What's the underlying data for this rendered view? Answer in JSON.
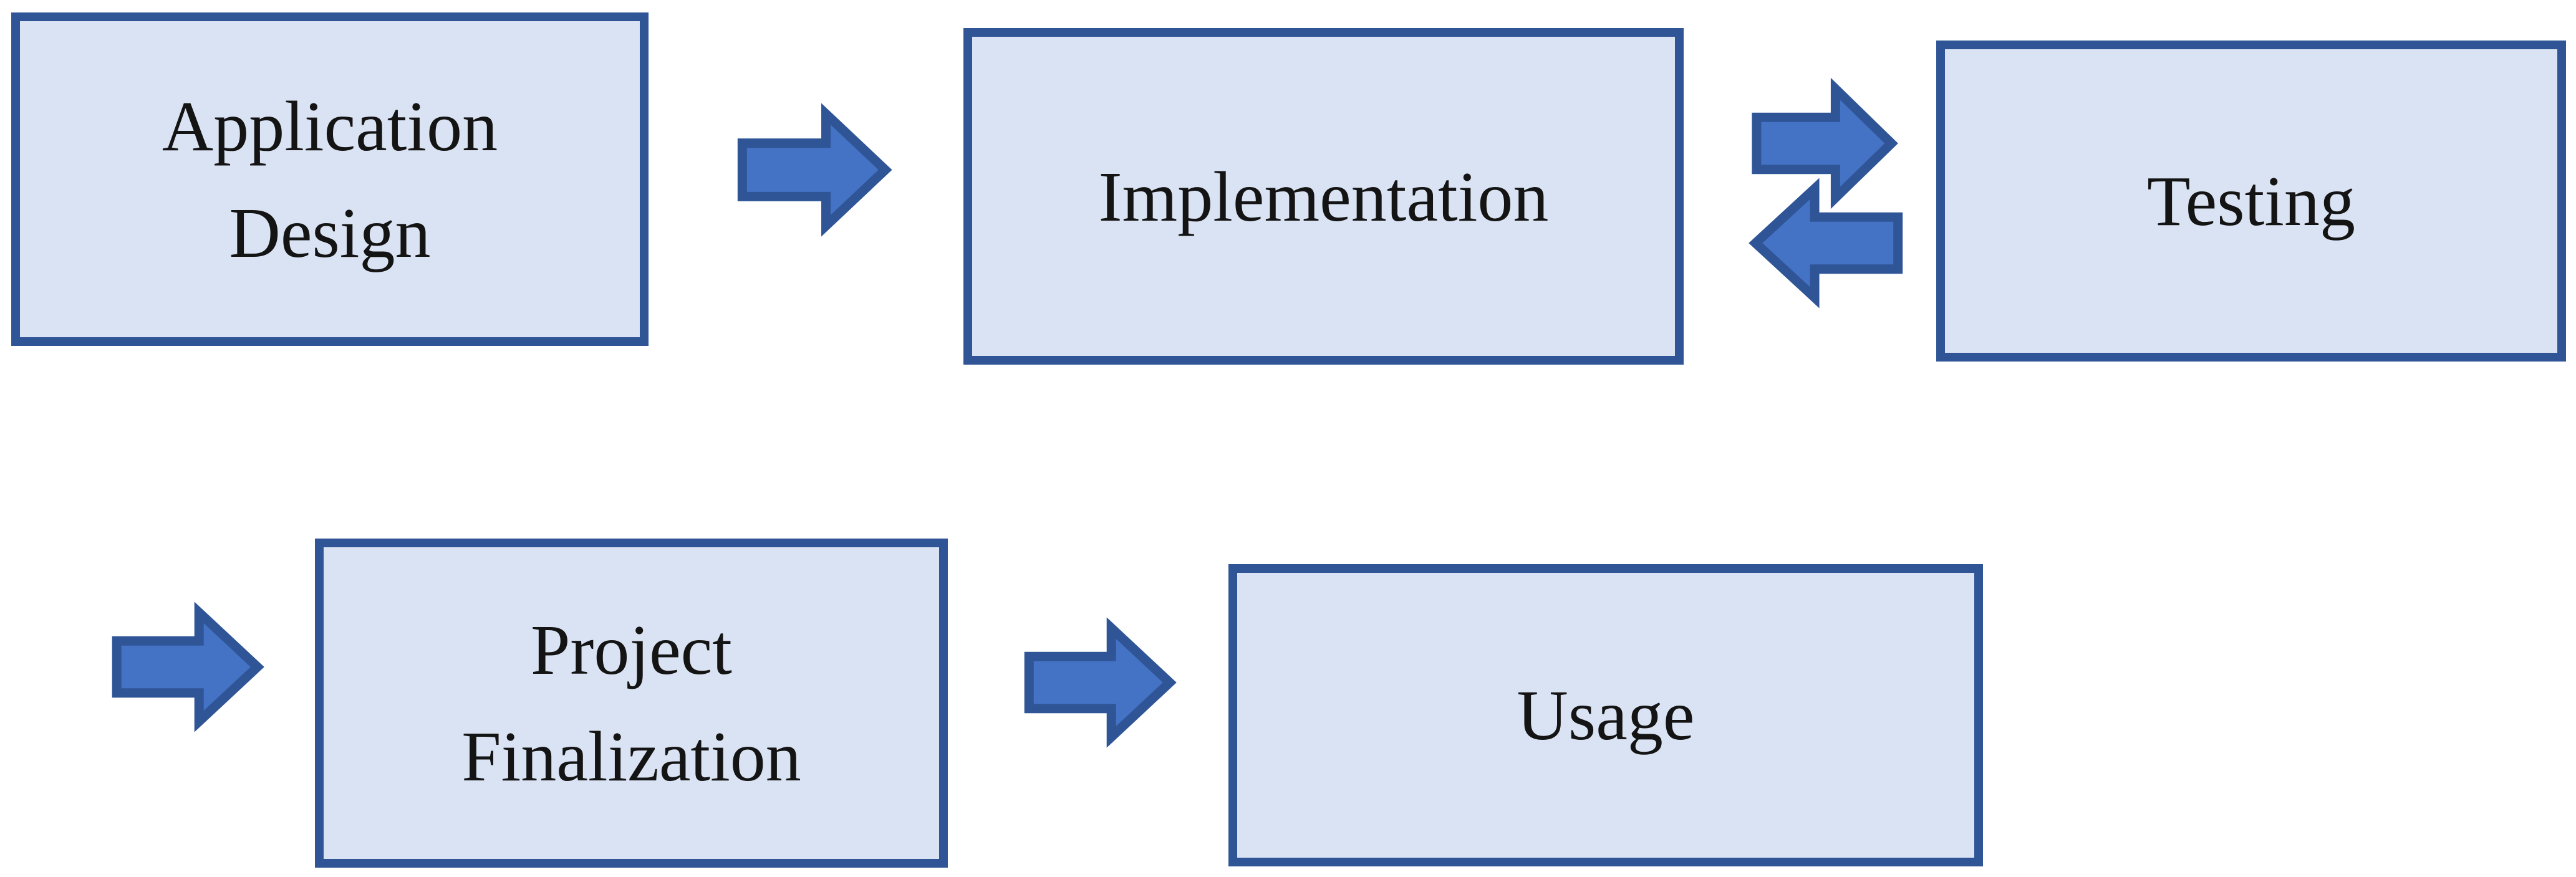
{
  "diagram": {
    "title": "Application development process flowchart",
    "colors": {
      "box_fill": "#dae3f3",
      "box_border": "#2f5597",
      "arrow_fill": "#4472c4",
      "arrow_border": "#2f5597",
      "text": "#141414",
      "page_bg": "#ffffff"
    },
    "nodes": [
      {
        "id": "application-design",
        "label": "Application Design",
        "lines": [
          "Application",
          "Design"
        ]
      },
      {
        "id": "implementation",
        "label": "Implementation",
        "lines": [
          "Implementation"
        ]
      },
      {
        "id": "testing",
        "label": "Testing",
        "lines": [
          "Testing"
        ]
      },
      {
        "id": "project-finalization",
        "label": "Project Finalization",
        "lines": [
          "Project",
          "Finalization"
        ]
      },
      {
        "id": "usage",
        "label": "Usage",
        "lines": [
          "Usage"
        ]
      }
    ],
    "connectors": [
      {
        "from": "application-design",
        "to": "implementation",
        "direction": "right"
      },
      {
        "from": "implementation",
        "to": "testing",
        "direction": "right"
      },
      {
        "from": "testing",
        "to": "implementation",
        "direction": "left"
      },
      {
        "from": "testing",
        "to": "project-finalization",
        "direction": "right",
        "note": "row-wrap leading arrow"
      },
      {
        "from": "project-finalization",
        "to": "usage",
        "direction": "right"
      }
    ]
  }
}
